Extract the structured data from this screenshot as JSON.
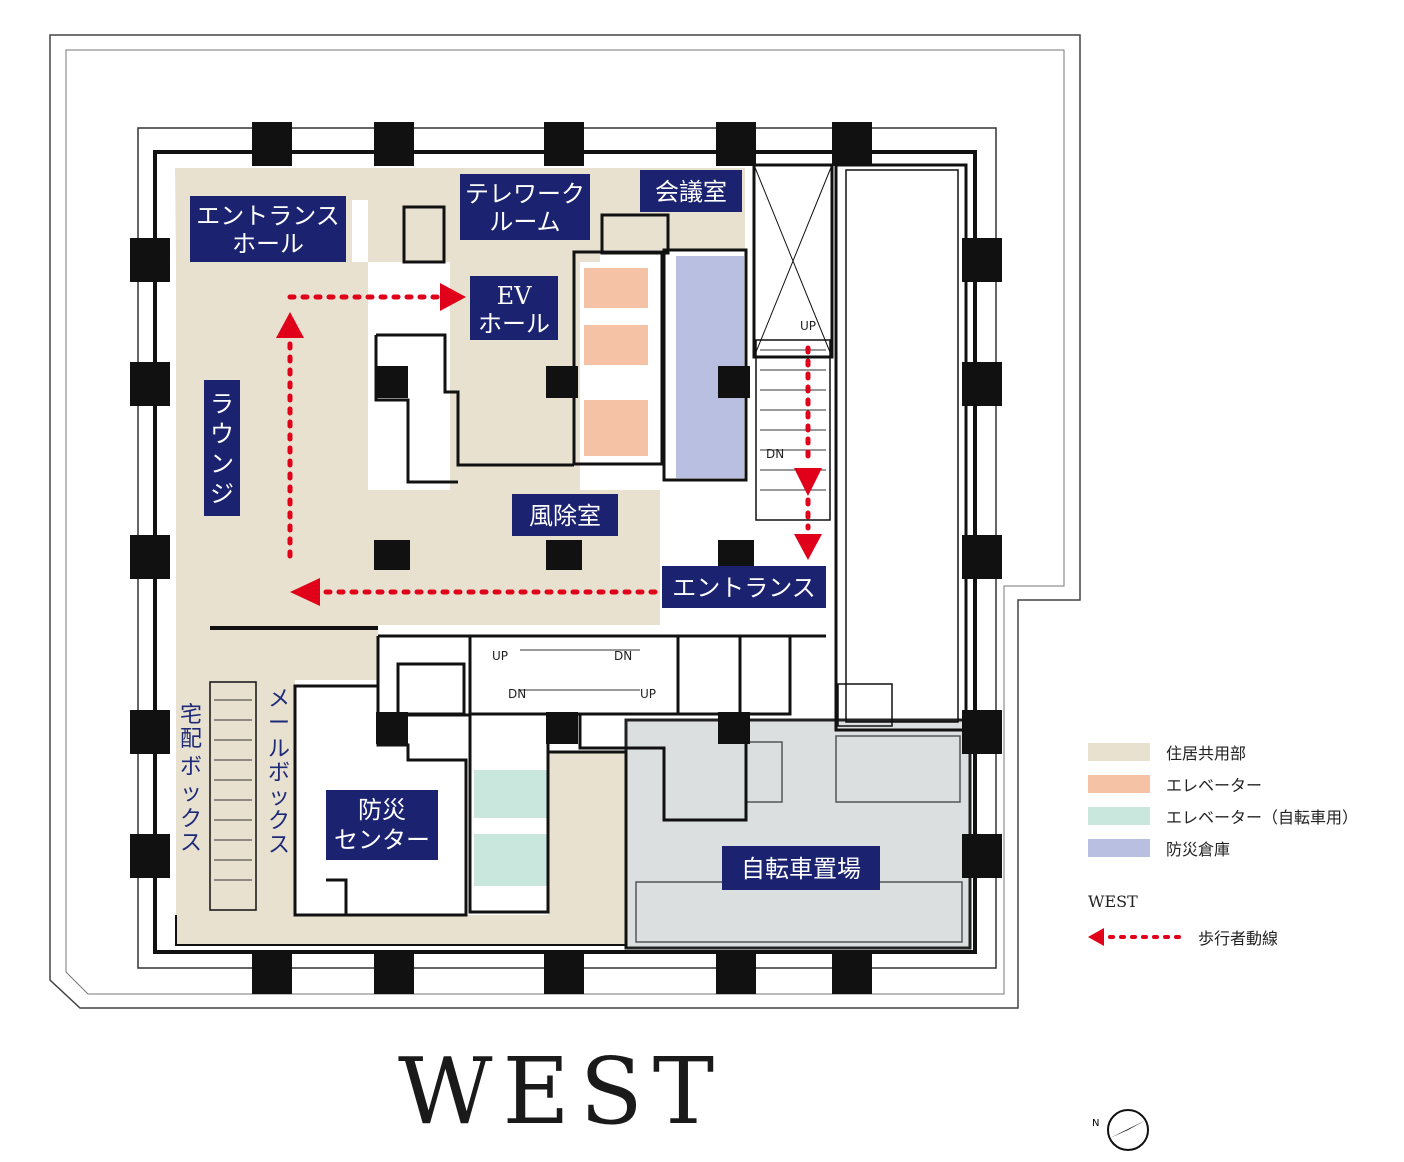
{
  "title": "WEST",
  "colors": {
    "common": "#e8e1cf",
    "elevator": "#f5c2a6",
    "bike_elevator": "#c9e7dc",
    "storage": "#b8bfe1",
    "bike_parking": "#dcdfe0",
    "label_bg": "#1b2270",
    "walk_arrow": "#e1001a",
    "wall": "#111111"
  },
  "rooms": {
    "entrance_hall": [
      "エントランス",
      "ホール"
    ],
    "telework": [
      "テレワーク",
      "ルーム"
    ],
    "meeting": "会議室",
    "ev_hall": [
      "EV",
      "ホール"
    ],
    "lounge": "ラウンジ",
    "windbreak": "風除室",
    "entrance": "エントランス",
    "disaster_center": [
      "防災",
      "センター"
    ],
    "bike_parking": "自転車置場"
  },
  "vertical_labels": {
    "delivery_box": "宅配ボックス",
    "mail_box": "メールボックス"
  },
  "stairs": {
    "up": "UP",
    "dn": "DN"
  },
  "legend": {
    "items": [
      {
        "label": "住居共用部",
        "color": "#e8e1cf"
      },
      {
        "label": "エレベーター",
        "color": "#f5c2a6"
      },
      {
        "label": "エレベーター（自転車用）",
        "color": "#c9e7dc"
      },
      {
        "label": "防災倉庫",
        "color": "#b8bfe1"
      }
    ],
    "caption": "WEST",
    "walk_label": "歩行者動線"
  },
  "compass": {
    "north": "N"
  }
}
